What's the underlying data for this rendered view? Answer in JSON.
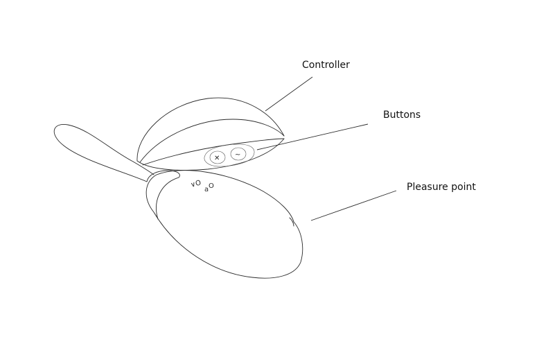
{
  "labels": {
    "controller": "Controller",
    "buttons": "Buttons",
    "pleasure_point": "Pleasure point"
  },
  "engraving": {
    "mark_1": "∨O",
    "mark_2": "a",
    "mark_3": "O"
  },
  "colors": {
    "line": "#2a2a2a",
    "background": "#ffffff"
  }
}
